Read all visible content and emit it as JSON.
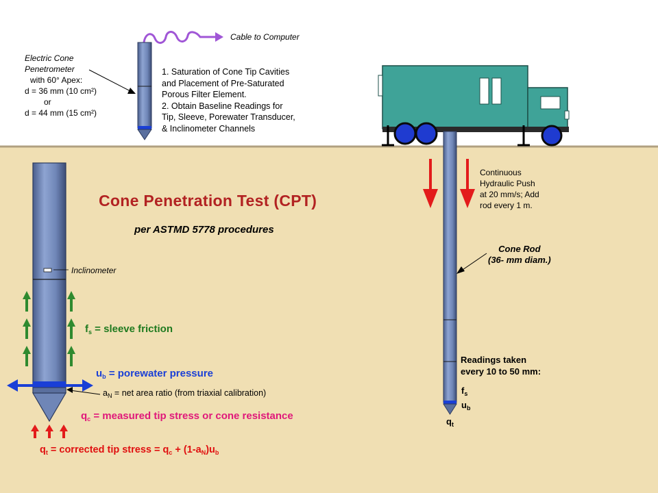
{
  "diagram": {
    "cable_label": "Cable to Computer",
    "electric_cone_label": [
      "Electric Cone",
      "Penetrometer",
      "with 60° Apex:",
      "d = 36 mm (10 cm²)",
      "or",
      "d = 44 mm (15 cm²)"
    ],
    "steps": [
      "1.  Saturation of Cone Tip Cavities",
      "and Placement of Pre-Saturated",
      "Porous Filter Element.",
      "2.  Obtain Baseline Readings for",
      "Tip, Sleeve, Porewater Transducer,",
      "& Inclinometer Channels"
    ],
    "title": "Cone Penetration Test (CPT)",
    "subtitle": "per ASTMD 5778 procedures",
    "push_label": [
      "Continuous",
      "Hydraulic Push",
      "at 20 mm/s; Add",
      "rod every 1 m."
    ],
    "rod_label": [
      "Cone Rod",
      "(36- mm diam.)"
    ],
    "inclinometer_label": "Inclinometer",
    "fs": {
      "symbol": "f",
      "sub": "s",
      "text": " = sleeve friction"
    },
    "ub": {
      "symbol": "u",
      "sub": "b",
      "text": " = porewater pressure"
    },
    "an": {
      "symbol": "a",
      "sub": "N",
      "text": " = net area ratio (from triaxial calibration)"
    },
    "qc": {
      "symbol": "q",
      "sub": "c",
      "text": " = measured tip stress or cone resistance"
    },
    "qt": {
      "pre": "q",
      "sub1": "t",
      "mid": " = corrected tip stress = q",
      "sub2": "c",
      "mid2": " + (1-a",
      "sub3": "N",
      "mid3": ")u",
      "sub4": "b"
    },
    "readings_label": [
      "Readings taken",
      "every 10 to 50 mm:"
    ],
    "readings_fs": {
      "symbol": "f",
      "sub": "s"
    },
    "readings_ub": {
      "symbol": "u",
      "sub": "b"
    },
    "readings_qt": {
      "symbol": "q",
      "sub": "t"
    }
  },
  "colors": {
    "soil": "#f0dfb3",
    "ground_line": "#b0a080",
    "rod": "#6f86b7",
    "rod_dark": "#3e4f78",
    "truck": "#3fa398",
    "wheel": "#1f3bd0",
    "red_arrow": "#e31b1b",
    "green_arrow": "#2f8a2f",
    "blue_arrow": "#1a3fd6",
    "cable": "#a056d6"
  }
}
